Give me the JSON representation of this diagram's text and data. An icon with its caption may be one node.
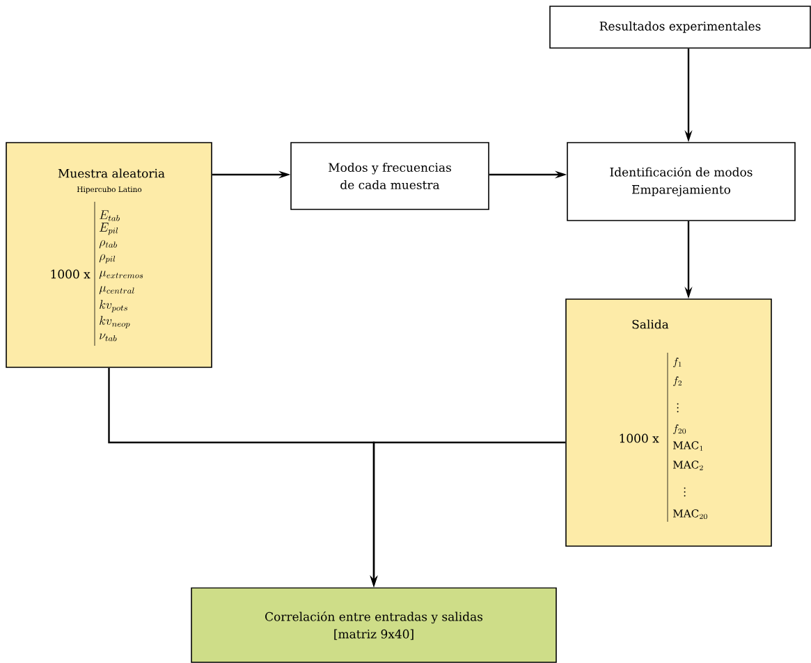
{
  "diagram": {
    "nodes": [
      {
        "text": [
          "Resultados experimentales"
        ]
      },
      {
        "text": [
          "Muestra aleatoria",
          "Hipercubo Latino",
          "1000 x",
          "E_{tab}",
          "E_{pil}",
          "\\rho_{tab}",
          "\\rho_{pil}",
          "\\mu_{extremos}",
          "\\mu_{central}",
          "kv_{pots}",
          "kv_{neop}",
          "\\nu_{tab}"
        ]
      },
      {
        "text": [
          "Modos y frecuencias de cada muestra"
        ]
      },
      {
        "text": [
          "Identificación de modos",
          "Emparejamiento"
        ]
      },
      {
        "text": [
          "Salida",
          "1000 x",
          "f_1",
          "f_2",
          "\\vdots",
          "f_{20}",
          "\\mathrm{MAC}_1",
          "\\mathrm{MAC}_2",
          "\\vdots",
          "\\mathrm{MAC}_{20}"
        ]
      },
      {
        "text": [
          "Correlación entre entradas y salidas",
          "[matriz 9x40]"
        ]
      }
    ],
    "edges": [
      {
        "from": 0,
        "to": 3,
        "arrow": "to"
      },
      {
        "from": 1,
        "to": 2,
        "arrow": "to"
      },
      {
        "from": 2,
        "to": 3,
        "arrow": "to"
      },
      {
        "from": 3,
        "to": 4,
        "arrow": "to"
      },
      {
        "from": 1,
        "to": 5,
        "arrow": "to"
      },
      {
        "from": 4,
        "to": 5,
        "arrow": "to"
      }
    ]
  }
}
